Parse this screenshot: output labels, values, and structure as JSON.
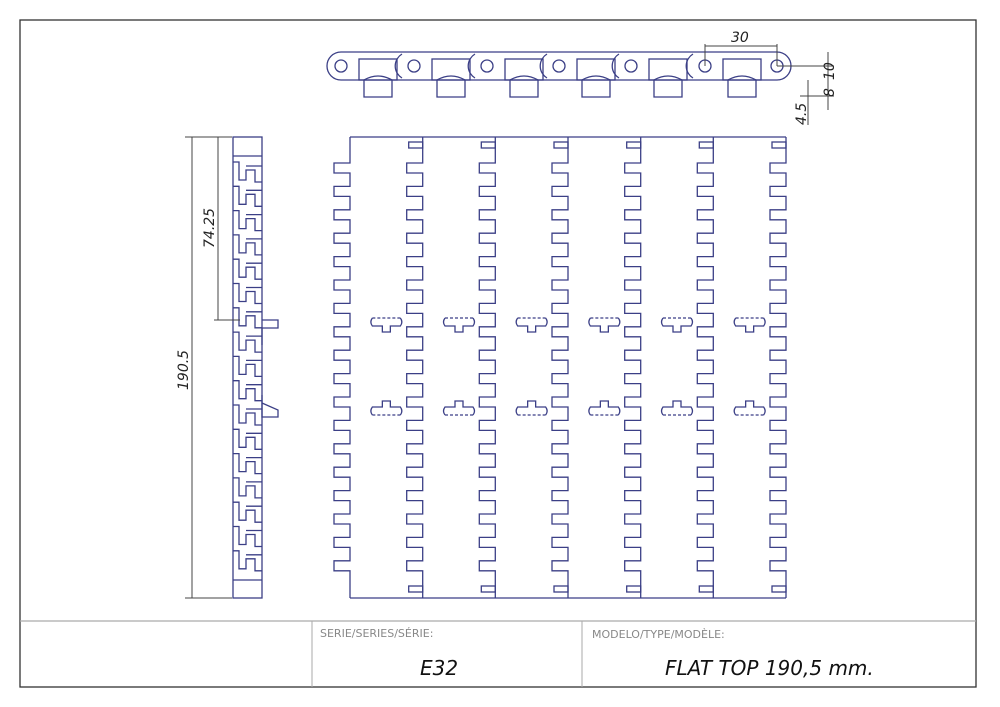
{
  "drawing": {
    "dimensions": {
      "pitch": "30",
      "height_total": "10",
      "height_body": "8",
      "offset": "4.5",
      "width_total": "190.5",
      "width_half": "74.25"
    },
    "title_block": {
      "series_label": "SERIE/SERIES/SÉRIE:",
      "series_value": "E32",
      "model_label": "MODELO/TYPE/MODÈLE:",
      "model_value": "FLAT TOP 190,5 mm."
    },
    "colors": {
      "line": "#3b3f86",
      "dimension": "#444444"
    }
  }
}
